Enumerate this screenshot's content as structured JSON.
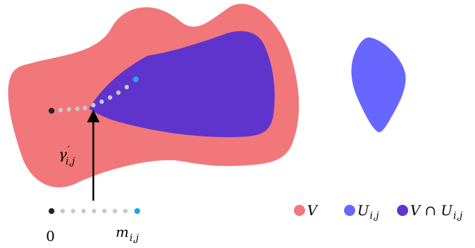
{
  "colors": {
    "V": "#f2777a",
    "U": "#6767ff",
    "intersection": "#5e34cc",
    "dot_dark": "#222222",
    "dot_light": "#c8c8c8",
    "dot_end": "#1aa7ec",
    "arrow": "#000000"
  },
  "labels": {
    "gamma": {
      "base": "γ",
      "prime": "′",
      "sub": "i,j"
    },
    "zero": "0",
    "m": {
      "base": "m",
      "sub": "i,j"
    }
  },
  "legend": {
    "items": [
      {
        "key": "V",
        "text": "V",
        "sub": ""
      },
      {
        "key": "U",
        "text": "U",
        "sub": "i,j"
      },
      {
        "key": "intersection",
        "text": "V ∩ U",
        "sub": "i,j"
      }
    ]
  }
}
